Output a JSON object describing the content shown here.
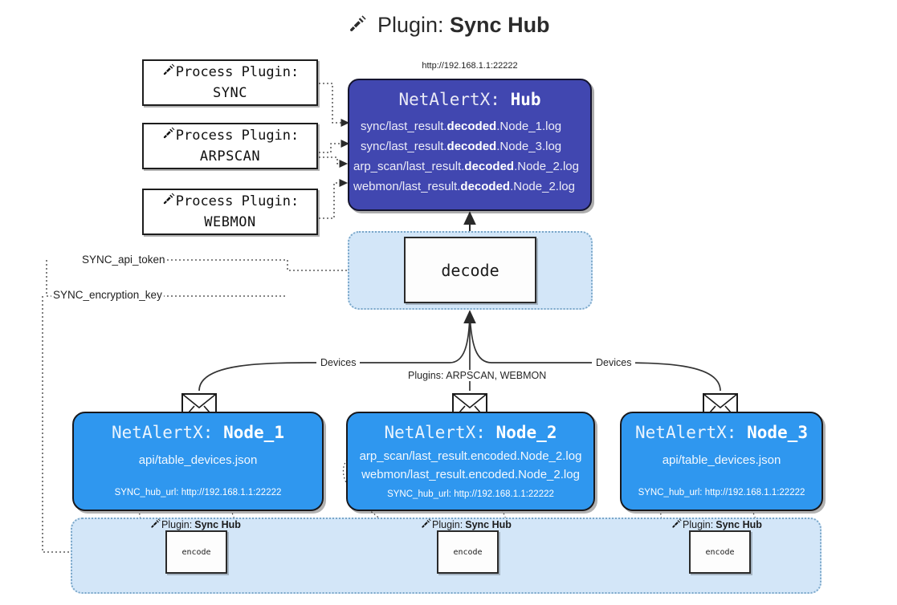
{
  "title": {
    "icon": "plug-icon",
    "prefix": "Plugin:",
    "name": "Sync Hub"
  },
  "hub": {
    "url": "http://192.168.1.1:22222",
    "title_prefix": "NetAlertX:",
    "title_name": "Hub",
    "logs": [
      {
        "pre": "sync/last_result.",
        "strong": "decoded",
        "post": ".Node_1.log"
      },
      {
        "pre": "sync/last_result.",
        "strong": "decoded",
        "post": ".Node_3.log"
      },
      {
        "pre": "arp_scan/last_result.",
        "strong": "decoded",
        "post": ".Node_2.log"
      },
      {
        "pre": "webmon/last_result.",
        "strong": "decoded",
        "post": ".Node_2.log"
      }
    ]
  },
  "process_plugins": [
    {
      "icon": "plug-icon",
      "label": "Process Plugin:",
      "name": "SYNC"
    },
    {
      "icon": "plug-icon",
      "label": "Process Plugin:",
      "name": "ARPSCAN"
    },
    {
      "icon": "plug-icon",
      "label": "Process Plugin:",
      "name": "WEBMON"
    }
  ],
  "decode": {
    "label": "decode"
  },
  "tokens": [
    {
      "label": "SYNC_api_token"
    },
    {
      "label": "SYNC_encryption_key"
    }
  ],
  "edge_labels": {
    "devices_left": "Devices",
    "devices_right": "Devices",
    "plugins_center": "Plugins: ARPSCAN, WEBMON"
  },
  "nodes": [
    {
      "title_prefix": "NetAlertX:",
      "title_name": "Node_1",
      "lines": [
        "api/table_devices.json"
      ],
      "footer": "SYNC_hub_url: http://192.168.1.1:22222",
      "envelope_icon": "envelope-icon"
    },
    {
      "title_prefix": "NetAlertX:",
      "title_name": "Node_2",
      "lines": [
        "arp_scan/last_result.encoded.Node_2.log",
        "webmon/last_result.encoded.Node_2.log"
      ],
      "footer": "SYNC_hub_url: http://192.168.1.1:22222",
      "envelope_icon": "envelope-icon"
    },
    {
      "title_prefix": "NetAlertX:",
      "title_name": "Node_3",
      "lines": [
        "api/table_devices.json"
      ],
      "footer": "SYNC_hub_url: http://192.168.1.1:22222",
      "envelope_icon": "envelope-icon"
    }
  ],
  "encoders": [
    {
      "plugin_label": "Plugin:",
      "plugin_name": "Sync Hub",
      "box_label": "encode",
      "icon": "plug-icon"
    },
    {
      "plugin_label": "Plugin:",
      "plugin_name": "Sync Hub",
      "box_label": "encode",
      "icon": "plug-icon"
    },
    {
      "plugin_label": "Plugin:",
      "plugin_name": "Sync Hub",
      "box_label": "encode",
      "icon": "plug-icon"
    }
  ],
  "colors": {
    "hub_fill": "#4147b0",
    "node_fill": "#2f97ef",
    "panel_fill": "#d3e6f8",
    "panel_border": "#7aa7c9",
    "stroke": "#2a2a2a",
    "background": "#ffffff"
  }
}
